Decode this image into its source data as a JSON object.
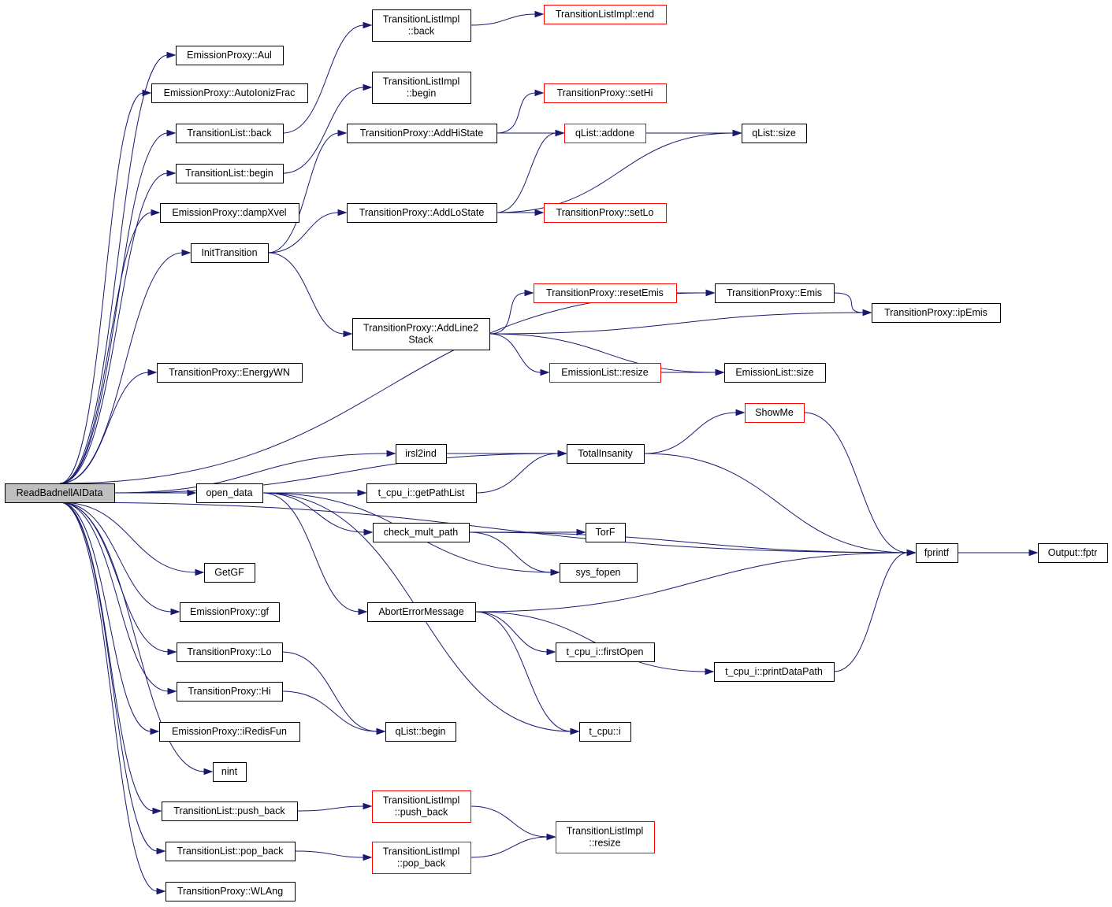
{
  "nodes": [
    {
      "id": "root",
      "label": [
        "ReadBadnellAIData"
      ],
      "style": "root"
    },
    {
      "id": "aul",
      "label": [
        "EmissionProxy::Aul"
      ]
    },
    {
      "id": "autoioniz",
      "label": [
        "EmissionProxy::AutoIonizFrac"
      ]
    },
    {
      "id": "tl_back",
      "label": [
        "TransitionList::back"
      ]
    },
    {
      "id": "tl_begin",
      "label": [
        "TransitionList::begin"
      ]
    },
    {
      "id": "dampx",
      "label": [
        "EmissionProxy::dampXvel"
      ]
    },
    {
      "id": "inittrans",
      "label": [
        "InitTransition"
      ]
    },
    {
      "id": "energywn",
      "label": [
        "TransitionProxy::EnergyWN"
      ]
    },
    {
      "id": "irsl2ind",
      "label": [
        "irsl2ind"
      ]
    },
    {
      "id": "open_data",
      "label": [
        "open_data"
      ]
    },
    {
      "id": "getgf",
      "label": [
        "GetGF"
      ]
    },
    {
      "id": "ep_gf",
      "label": [
        "EmissionProxy::gf"
      ]
    },
    {
      "id": "tp_lo",
      "label": [
        "TransitionProxy::Lo"
      ]
    },
    {
      "id": "tp_hi",
      "label": [
        "TransitionProxy::Hi"
      ]
    },
    {
      "id": "iredis",
      "label": [
        "EmissionProxy::iRedisFun"
      ]
    },
    {
      "id": "nint",
      "label": [
        "nint"
      ]
    },
    {
      "id": "tl_push",
      "label": [
        "TransitionList::push_back"
      ]
    },
    {
      "id": "tl_pop",
      "label": [
        "TransitionList::pop_back"
      ]
    },
    {
      "id": "wlang",
      "label": [
        "TransitionProxy::WLAng"
      ]
    },
    {
      "id": "tli_back",
      "label": [
        "TransitionListImpl",
        "::back"
      ]
    },
    {
      "id": "tli_begin",
      "label": [
        "TransitionListImpl",
        "::begin"
      ]
    },
    {
      "id": "addhi",
      "label": [
        "TransitionProxy::AddHiState"
      ]
    },
    {
      "id": "addlo",
      "label": [
        "TransitionProxy::AddLoState"
      ]
    },
    {
      "id": "addline",
      "label": [
        "TransitionProxy::AddLine2",
        "Stack"
      ]
    },
    {
      "id": "totalins",
      "label": [
        "TotalInsanity"
      ]
    },
    {
      "id": "getpath",
      "label": [
        "t_cpu_i::getPathList"
      ]
    },
    {
      "id": "checkmult",
      "label": [
        "check_mult_path"
      ]
    },
    {
      "id": "abort",
      "label": [
        "AbortErrorMessage"
      ]
    },
    {
      "id": "qlist_begin",
      "label": [
        "qList::begin"
      ]
    },
    {
      "id": "tli_push",
      "label": [
        "TransitionListImpl",
        "::push_back"
      ],
      "style": "red"
    },
    {
      "id": "tli_pop",
      "label": [
        "TransitionListImpl",
        "::pop_back"
      ],
      "style": "red"
    },
    {
      "id": "tli_end",
      "label": [
        "TransitionListImpl::end"
      ],
      "style": "red"
    },
    {
      "id": "sethi",
      "label": [
        "TransitionProxy::setHi"
      ],
      "style": "red"
    },
    {
      "id": "addone",
      "label": [
        "qList::addone"
      ],
      "style": "red"
    },
    {
      "id": "setlo",
      "label": [
        "TransitionProxy::setLo"
      ],
      "style": "red"
    },
    {
      "id": "resetemis",
      "label": [
        "TransitionProxy::resetEmis"
      ],
      "style": "red"
    },
    {
      "id": "el_resize",
      "label": [
        "EmissionList::resize"
      ],
      "style": "red"
    },
    {
      "id": "showme",
      "label": [
        "ShowMe"
      ],
      "style": "red"
    },
    {
      "id": "torf",
      "label": [
        "TorF"
      ]
    },
    {
      "id": "sysfopen",
      "label": [
        "sys_fopen"
      ]
    },
    {
      "id": "firstopen",
      "label": [
        "t_cpu_i::firstOpen"
      ]
    },
    {
      "id": "tcpu_i",
      "label": [
        "t_cpu::i"
      ]
    },
    {
      "id": "tli_resize",
      "label": [
        "TransitionListImpl",
        "::resize"
      ],
      "style": "red"
    },
    {
      "id": "qlist_size",
      "label": [
        "qList::size"
      ]
    },
    {
      "id": "tp_emis",
      "label": [
        "TransitionProxy::Emis"
      ]
    },
    {
      "id": "el_size",
      "label": [
        "EmissionList::size"
      ]
    },
    {
      "id": "printpath",
      "label": [
        "t_cpu_i::printDataPath"
      ]
    },
    {
      "id": "ipemis",
      "label": [
        "TransitionProxy::ipEmis"
      ]
    },
    {
      "id": "fprintf",
      "label": [
        "fprintf"
      ]
    },
    {
      "id": "output_fptr",
      "label": [
        "Output::fptr"
      ]
    }
  ],
  "edges": [
    [
      "root",
      "aul"
    ],
    [
      "root",
      "autoioniz"
    ],
    [
      "root",
      "tl_back"
    ],
    [
      "root",
      "tl_begin"
    ],
    [
      "root",
      "dampx"
    ],
    [
      "root",
      "inittrans"
    ],
    [
      "root",
      "tp_emis"
    ],
    [
      "root",
      "energywn"
    ],
    [
      "root",
      "totalins"
    ],
    [
      "root",
      "irsl2ind"
    ],
    [
      "root",
      "open_data"
    ],
    [
      "root",
      "fprintf"
    ],
    [
      "root",
      "getgf"
    ],
    [
      "root",
      "ep_gf"
    ],
    [
      "root",
      "tp_lo"
    ],
    [
      "root",
      "tp_hi"
    ],
    [
      "root",
      "iredis"
    ],
    [
      "root",
      "nint"
    ],
    [
      "root",
      "tl_push"
    ],
    [
      "root",
      "tl_pop"
    ],
    [
      "root",
      "wlang"
    ],
    [
      "tl_back",
      "tli_back"
    ],
    [
      "tl_begin",
      "tli_begin"
    ],
    [
      "inittrans",
      "addhi"
    ],
    [
      "inittrans",
      "addlo"
    ],
    [
      "inittrans",
      "addline"
    ],
    [
      "irsl2ind",
      "totalins"
    ],
    [
      "open_data",
      "getpath"
    ],
    [
      "open_data",
      "checkmult"
    ],
    [
      "open_data",
      "sysfopen"
    ],
    [
      "open_data",
      "abort"
    ],
    [
      "open_data",
      "tcpu_i"
    ],
    [
      "tp_lo",
      "qlist_begin"
    ],
    [
      "tp_hi",
      "qlist_begin"
    ],
    [
      "tl_push",
      "tli_push"
    ],
    [
      "tl_pop",
      "tli_pop"
    ],
    [
      "tli_back",
      "tli_end"
    ],
    [
      "addhi",
      "sethi"
    ],
    [
      "addhi",
      "addone"
    ],
    [
      "addhi",
      "qlist_size"
    ],
    [
      "addlo",
      "addone"
    ],
    [
      "addlo",
      "qlist_size"
    ],
    [
      "addlo",
      "setlo"
    ],
    [
      "addline",
      "resetemis"
    ],
    [
      "addline",
      "ipemis"
    ],
    [
      "addline",
      "el_resize"
    ],
    [
      "addline",
      "el_size"
    ],
    [
      "totalins",
      "showme"
    ],
    [
      "totalins",
      "fprintf"
    ],
    [
      "getpath",
      "totalins"
    ],
    [
      "checkmult",
      "fprintf"
    ],
    [
      "checkmult",
      "torf"
    ],
    [
      "checkmult",
      "sysfopen"
    ],
    [
      "abort",
      "fprintf"
    ],
    [
      "abort",
      "firstopen"
    ],
    [
      "abort",
      "printpath"
    ],
    [
      "abort",
      "tcpu_i"
    ],
    [
      "tli_push",
      "tli_resize"
    ],
    [
      "tli_pop",
      "tli_resize"
    ],
    [
      "addone",
      "qlist_size"
    ],
    [
      "resetemis",
      "tp_emis"
    ],
    [
      "el_resize",
      "el_size"
    ],
    [
      "showme",
      "fprintf"
    ],
    [
      "tp_emis",
      "ipemis"
    ],
    [
      "printpath",
      "fprintf"
    ],
    [
      "fprintf",
      "output_fptr"
    ]
  ],
  "colors": {
    "edge": "#191970",
    "node_border": "#000000",
    "red_border": "#ff0000",
    "root_fill": "#bfbfbf",
    "node_fill": "#ffffff"
  }
}
